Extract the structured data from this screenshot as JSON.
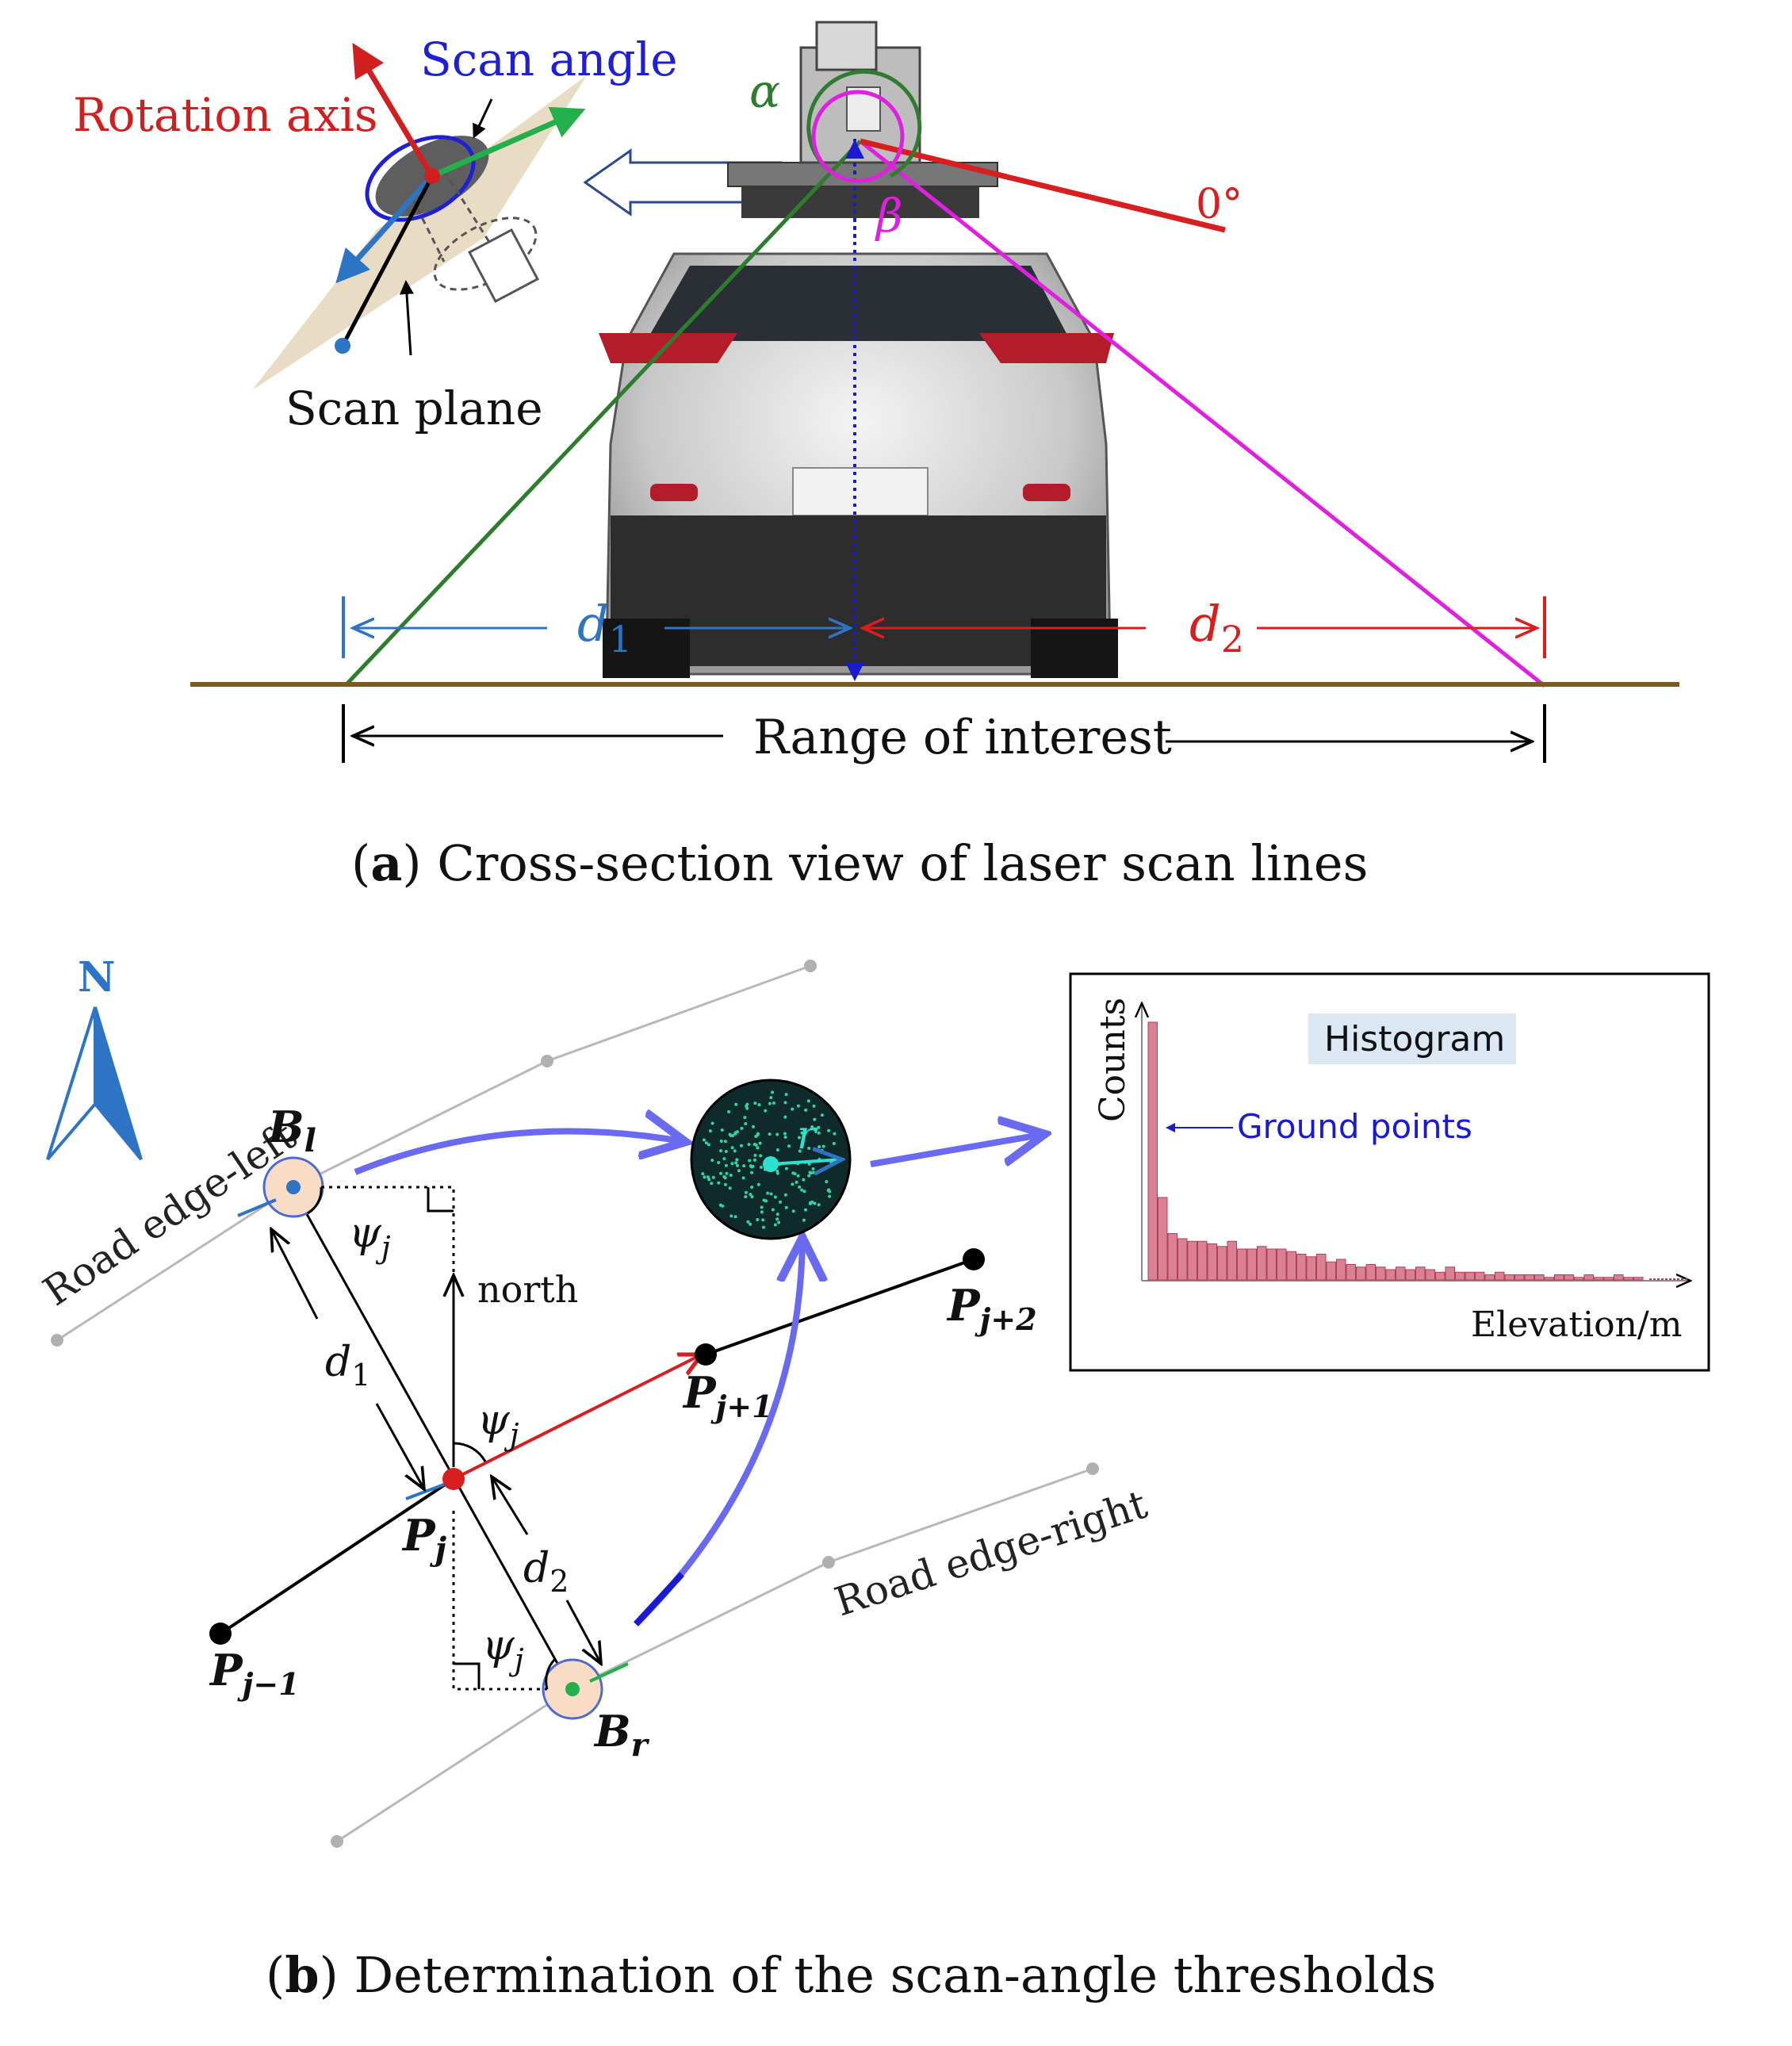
{
  "panel_a": {
    "caption_letter": "a",
    "caption_text": " Cross-section view of laser scan lines",
    "label_rotation_axis": "Rotation axis",
    "label_scan_angle": "Scan angle",
    "label_scan_plane": "Scan plane",
    "label_alpha": "α",
    "label_beta": "β",
    "label_zero_deg": "0°",
    "label_d1_main": "d",
    "label_d1_sub": "1",
    "label_d2_main": "d",
    "label_d2_sub": "2",
    "label_range": "Range of interest"
  },
  "panel_b": {
    "caption_letter": "b",
    "caption_text": " Determination of the scan-angle thresholds",
    "label_north_letter": "N",
    "label_road_left": "Road edge-left",
    "label_road_right": "Road edge-right",
    "label_north": "north",
    "label_bl_main": "B",
    "label_bl_sub": "l",
    "label_br_main": "B",
    "label_br_sub": "r",
    "label_pj_main": "P",
    "label_pj_sub": "j",
    "label_pj1_main": "P",
    "label_pj1_sub": "j+1",
    "label_pj2_main": "P",
    "label_pj2_sub": "j+2",
    "label_pjm1_main": "P",
    "label_pjm1_sub": "j−1",
    "label_psi_main": "ψ",
    "label_psi_sub": "j",
    "label_d1_main": "d",
    "label_d1_sub": "1",
    "label_d2_main": "d",
    "label_d2_sub": "2",
    "label_r": "r",
    "histogram": {
      "title": "Histogram",
      "ylabel": "Counts",
      "xlabel": "Elevation/m",
      "annotation": "Ground points"
    }
  },
  "colors": {
    "rotation_axis": "#d11f1f",
    "scan_angle": "#1f1fd6",
    "alpha_green": "#2e7d2e",
    "beta_magenta": "#e020e0",
    "d1_blue": "#2e74c4",
    "d2_red": "#d81f1f",
    "ground": "#7a5a1e",
    "bar_fill": "#d98092",
    "bar_stroke": "#b0405a",
    "flow_arrow": "#6a6af0"
  }
}
